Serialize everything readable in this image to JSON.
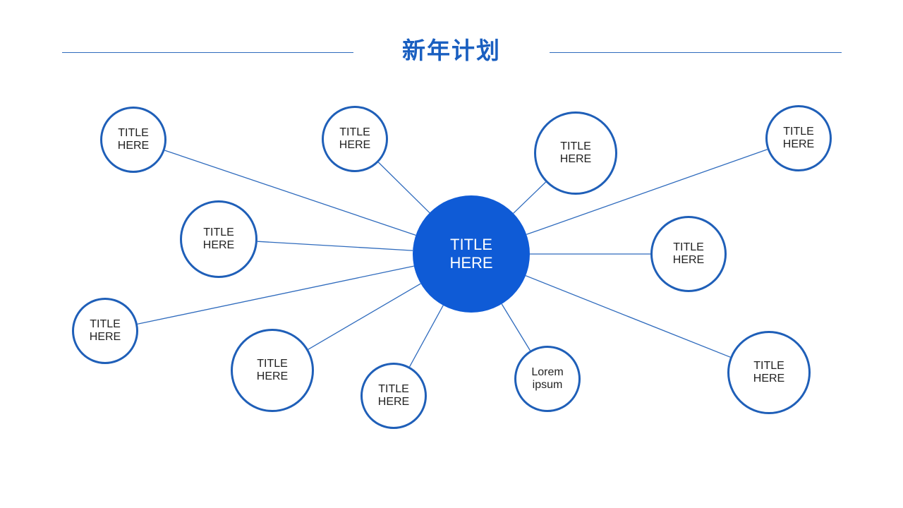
{
  "title": "新年计划",
  "colors": {
    "accent": "#1f5fb8",
    "hub_fill": "#0f5bd6",
    "title_text": "#1a5fc0",
    "connector": "#2f6bbd"
  },
  "hub": {
    "line1": "TITLE",
    "line2": "HERE"
  },
  "nodes": [
    {
      "line1": "TITLE",
      "line2": "HERE"
    },
    {
      "line1": "TITLE",
      "line2": "HERE"
    },
    {
      "line1": "TITLE",
      "line2": "HERE"
    },
    {
      "line1": "TITLE",
      "line2": "HERE"
    },
    {
      "line1": "TITLE",
      "line2": "HERE"
    },
    {
      "line1": "TITLE",
      "line2": "HERE"
    },
    {
      "line1": "TITLE",
      "line2": "HERE"
    },
    {
      "line1": "TITLE",
      "line2": "HERE"
    },
    {
      "line1": "TITLE",
      "line2": "HERE"
    },
    {
      "line1": "Lorem",
      "line2": "ipsum"
    },
    {
      "line1": "TITLE",
      "line2": "HERE"
    }
  ]
}
